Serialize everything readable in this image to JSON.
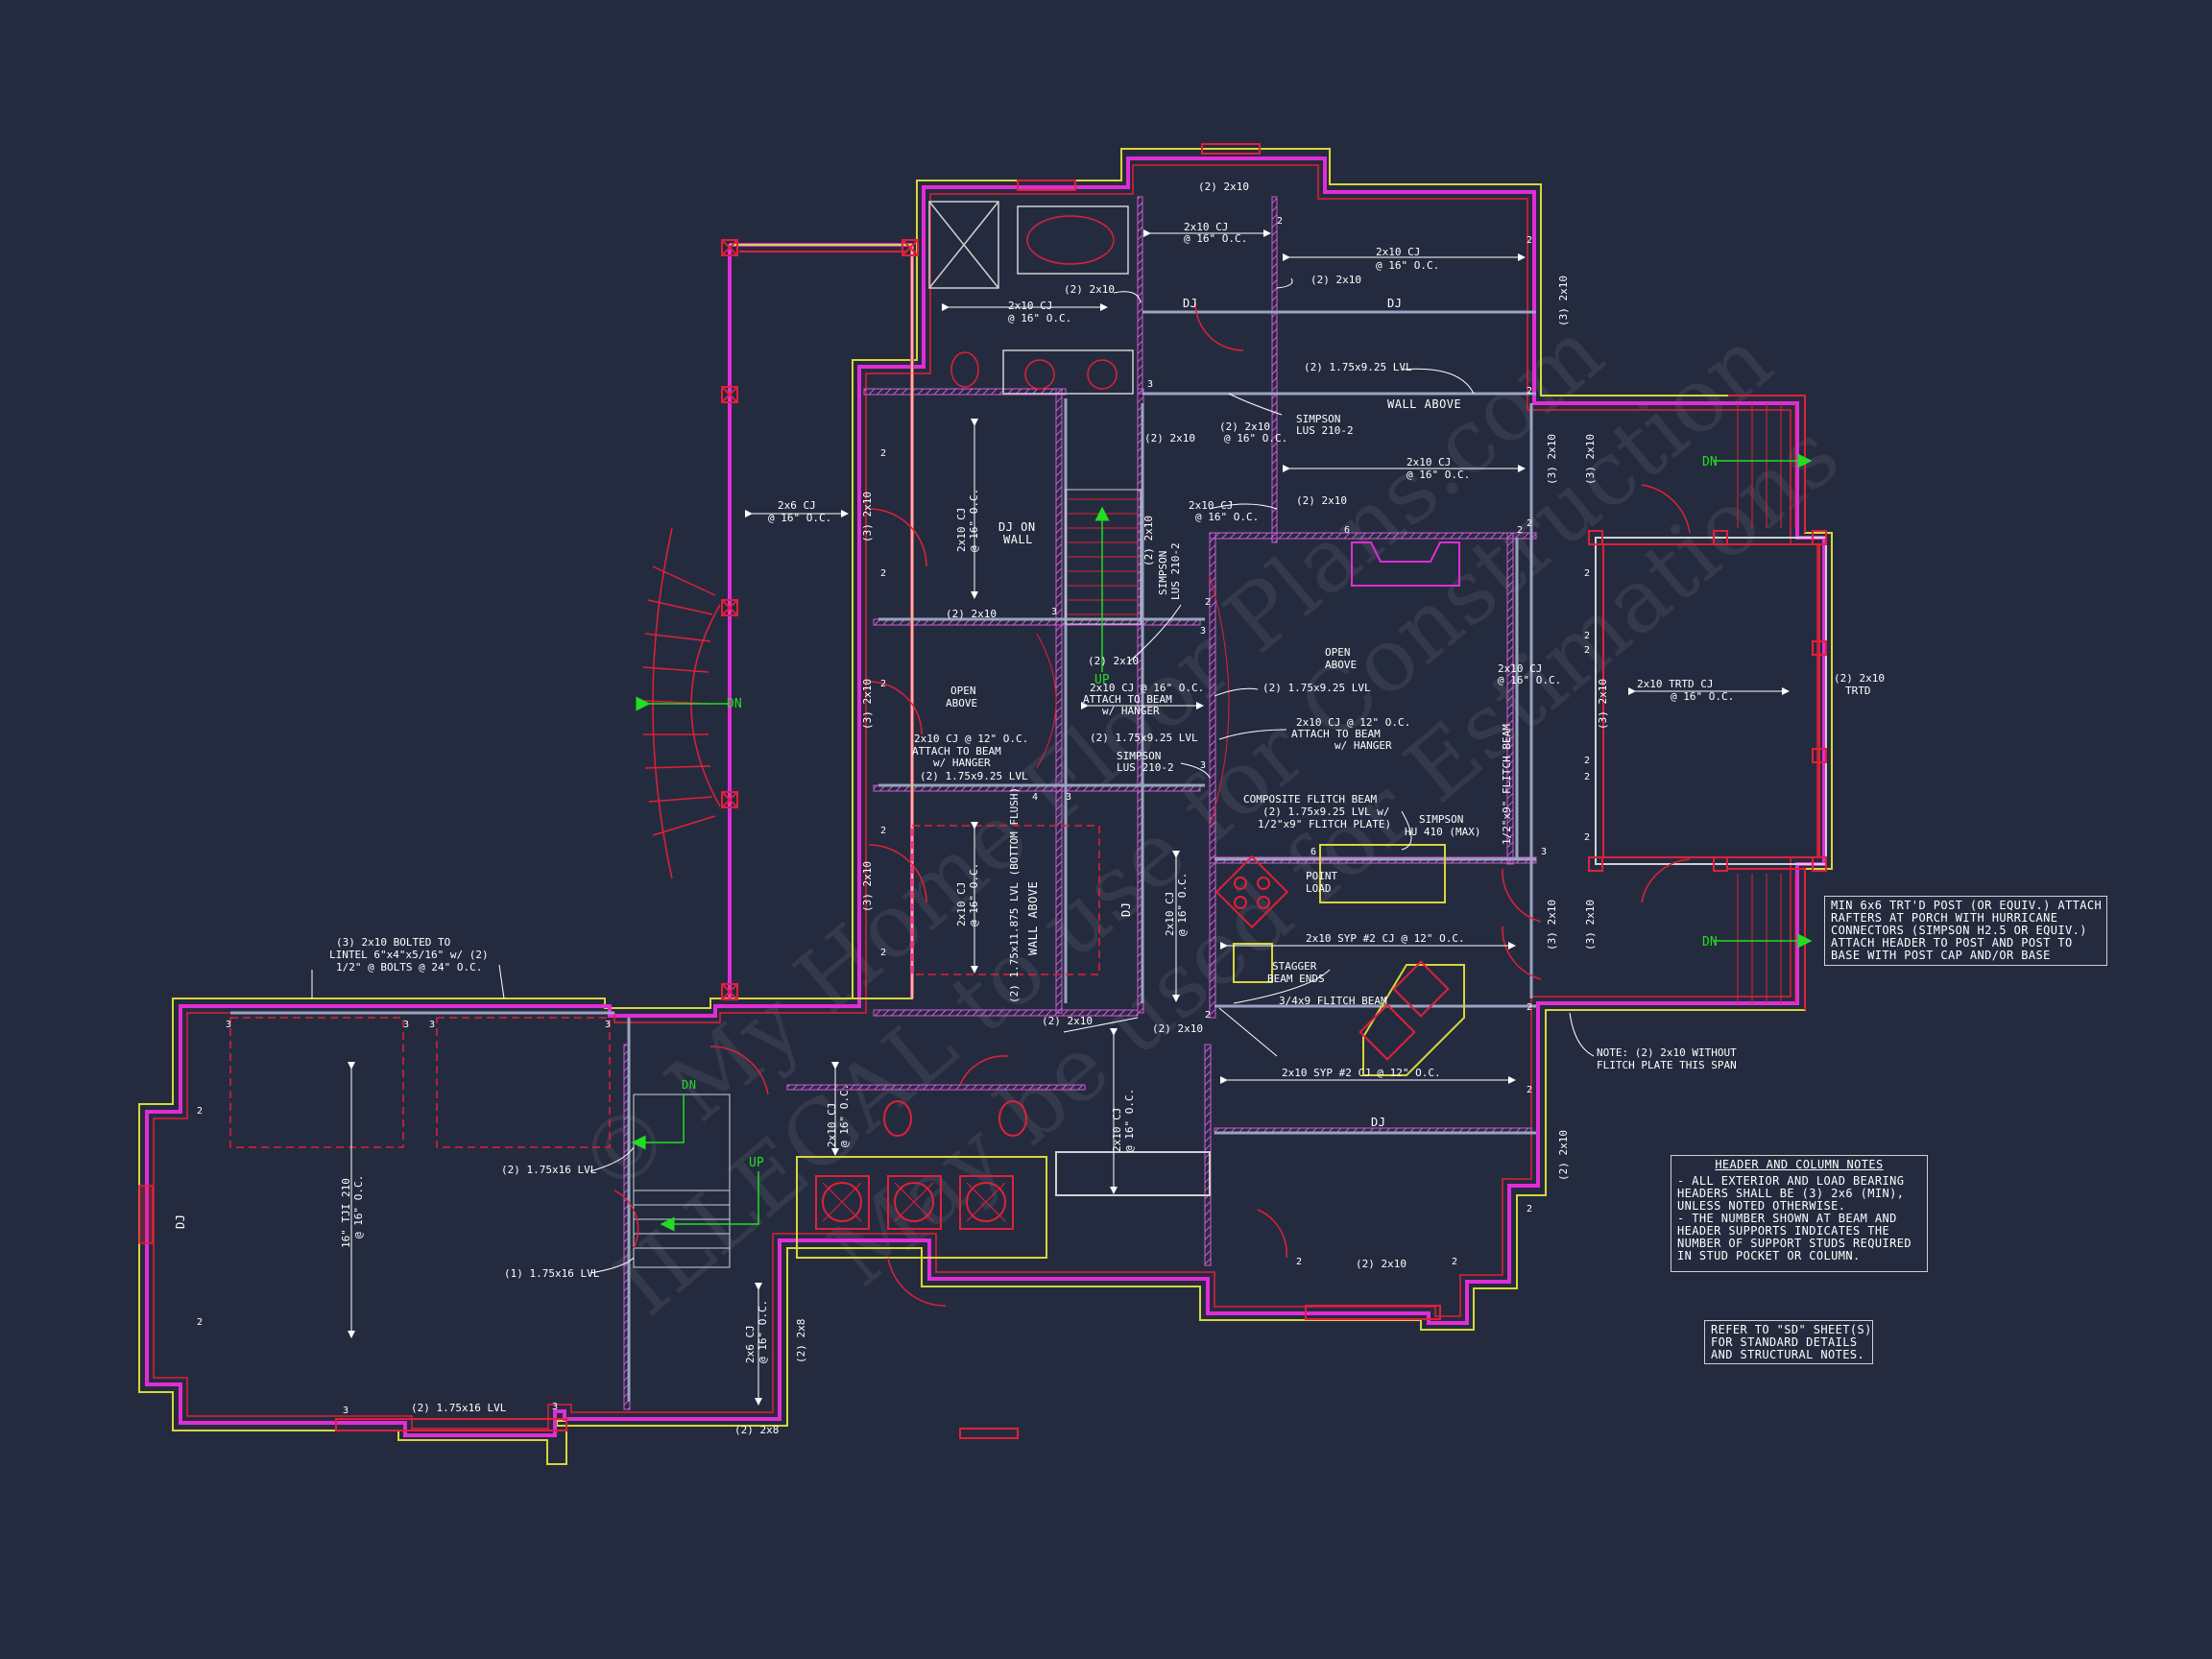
{
  "colors": {
    "background": "#252b3e",
    "wall_outer": "#d6d63a",
    "wall_main": "#e02dd6",
    "wall_inner": "#e0203a",
    "hatch": "#d15ad6",
    "annotation": "#ffffff",
    "stair_arrow": "#22dd22"
  },
  "watermark": {
    "line1": "© My Home Floor Plans.com",
    "line2": "ILLEGAL to use for Construction",
    "line3": "May be used for Estimations"
  },
  "labels": {
    "l01": "(2) 2x10",
    "l02": "2x10 CJ",
    "l03": "@ 16\" O.C.",
    "l04": "(2) 2x10",
    "l05": "DJ",
    "l06": "(2) 1.75x9.25 LVL",
    "l07": "WALL ABOVE",
    "l08": "SIMPSON",
    "l09": "LUS 210-2",
    "l10": "(2) 2x10",
    "l11": "DJ ON",
    "l12": "WALL",
    "l13": "2x6 CJ",
    "l14": "OPEN",
    "l15": "ABOVE",
    "l16": "2x10 CJ @ 12\" O.C.",
    "l17": "ATTACH TO BEAM",
    "l18": "w/ HANGER",
    "l19": "2x10 CJ @ 16\" O.C.",
    "l20": "1/2\"x9\" FLITCH BEAM",
    "l21": "2x10 TRTD CJ",
    "l22": "(2) 2x10",
    "l23": "TRTD",
    "l24": "COMPOSITE FLITCH BEAM",
    "l25": "(2) 1.75x9.25 LVL w/",
    "l26": "1/2\"x9\" FLITCH PLATE)",
    "l27": "HU 410 (MAX)",
    "l28": "POINT",
    "l29": "LOAD",
    "l30": "2x10 SYP #2 CJ @ 12\" O.C.",
    "l31": "STAGGER",
    "l32": "BEAM ENDS",
    "l33": "3/4x9 FLITCH BEAM",
    "l34": "2x10 SYP #2 CJ @ 12\" O.C.",
    "l35": "NOTE: (2) 2x10 WITHOUT",
    "l36": "FLITCH PLATE THIS SPAN",
    "l37": "(3) 2x10 BOLTED TO",
    "l38": "LINTEL 6\"x4\"x5/16\" w/ (2)",
    "l39": "1/2\" @ BOLTS @ 24\" O.C.",
    "l40": "(2) 1.75x16 LVL",
    "l41": "(1) 1.75x16 LVL",
    "l42": "16\" TJI 210",
    "l43": "2x6 CJ",
    "l44": "(2) 2x8",
    "l45": "(2) 1.75x11.875 LVL (BOTTOM FLUSH)",
    "l46": "(3) 2x10",
    "l47": "DN",
    "l48": "UP"
  },
  "notes": {
    "porch_note": [
      "MIN 6x6 TRT'D POST (OR EQUIV.) ATTACH",
      "RAFTERS AT PORCH WITH HURRICANE",
      "CONNECTORS (SIMPSON H2.5 OR EQUIV.)",
      "ATTACH HEADER TO POST AND POST TO",
      "BASE WITH POST CAP AND/OR BASE"
    ],
    "header_title": "HEADER AND COLUMN NOTES",
    "header_lines": [
      "- ALL EXTERIOR AND LOAD BEARING",
      "HEADERS SHALL BE (3) 2x6 (MIN),",
      "UNLESS NOTED OTHERWISE.",
      "- THE NUMBER SHOWN AT BEAM AND",
      "HEADER SUPPORTS INDICATES THE",
      "NUMBER OF SUPPORT STUDS REQUIRED",
      "IN STUD POCKET OR COLUMN."
    ],
    "refer_lines": [
      "REFER TO \"SD\" SHEET(S)",
      "FOR STANDARD DETAILS",
      "AND STRUCTURAL NOTES."
    ]
  },
  "stud_counts": [
    "2",
    "3",
    "4",
    "6"
  ]
}
